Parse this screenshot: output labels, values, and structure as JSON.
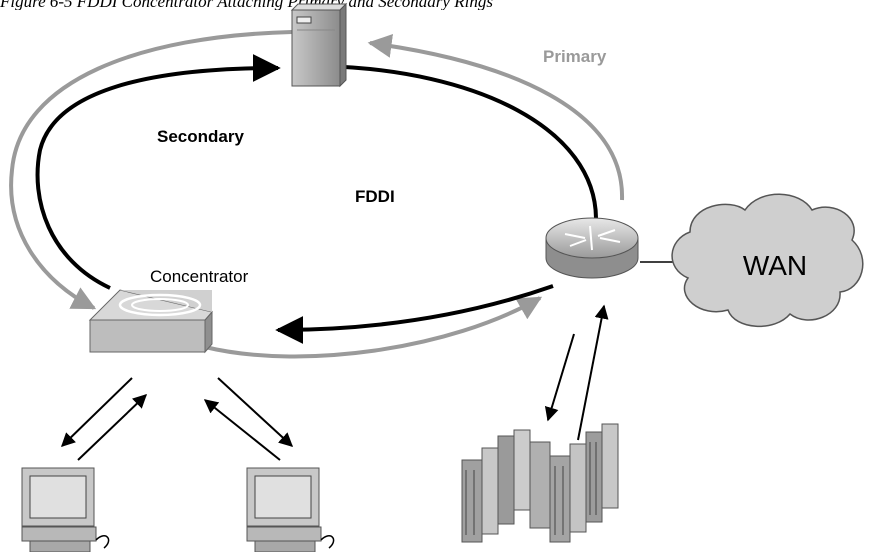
{
  "caption": "Figure 6-5 FDDI Concentrator Attaching Primary and Secondary Rings",
  "labels": {
    "primary": "Primary",
    "secondary": "Secondary",
    "ring_name": "FDDI",
    "concentrator": "Concentrator",
    "wan": "WAN"
  },
  "colors": {
    "primary_ring": "#999999",
    "secondary_ring": "#000000",
    "cloud_fill": "#cfcfcf",
    "device_fill": "#c8c8c8"
  },
  "icons": [
    "server-icon",
    "router-icon",
    "cloud-icon",
    "concentrator-icon",
    "workstation-icon",
    "mainframe-icon"
  ]
}
